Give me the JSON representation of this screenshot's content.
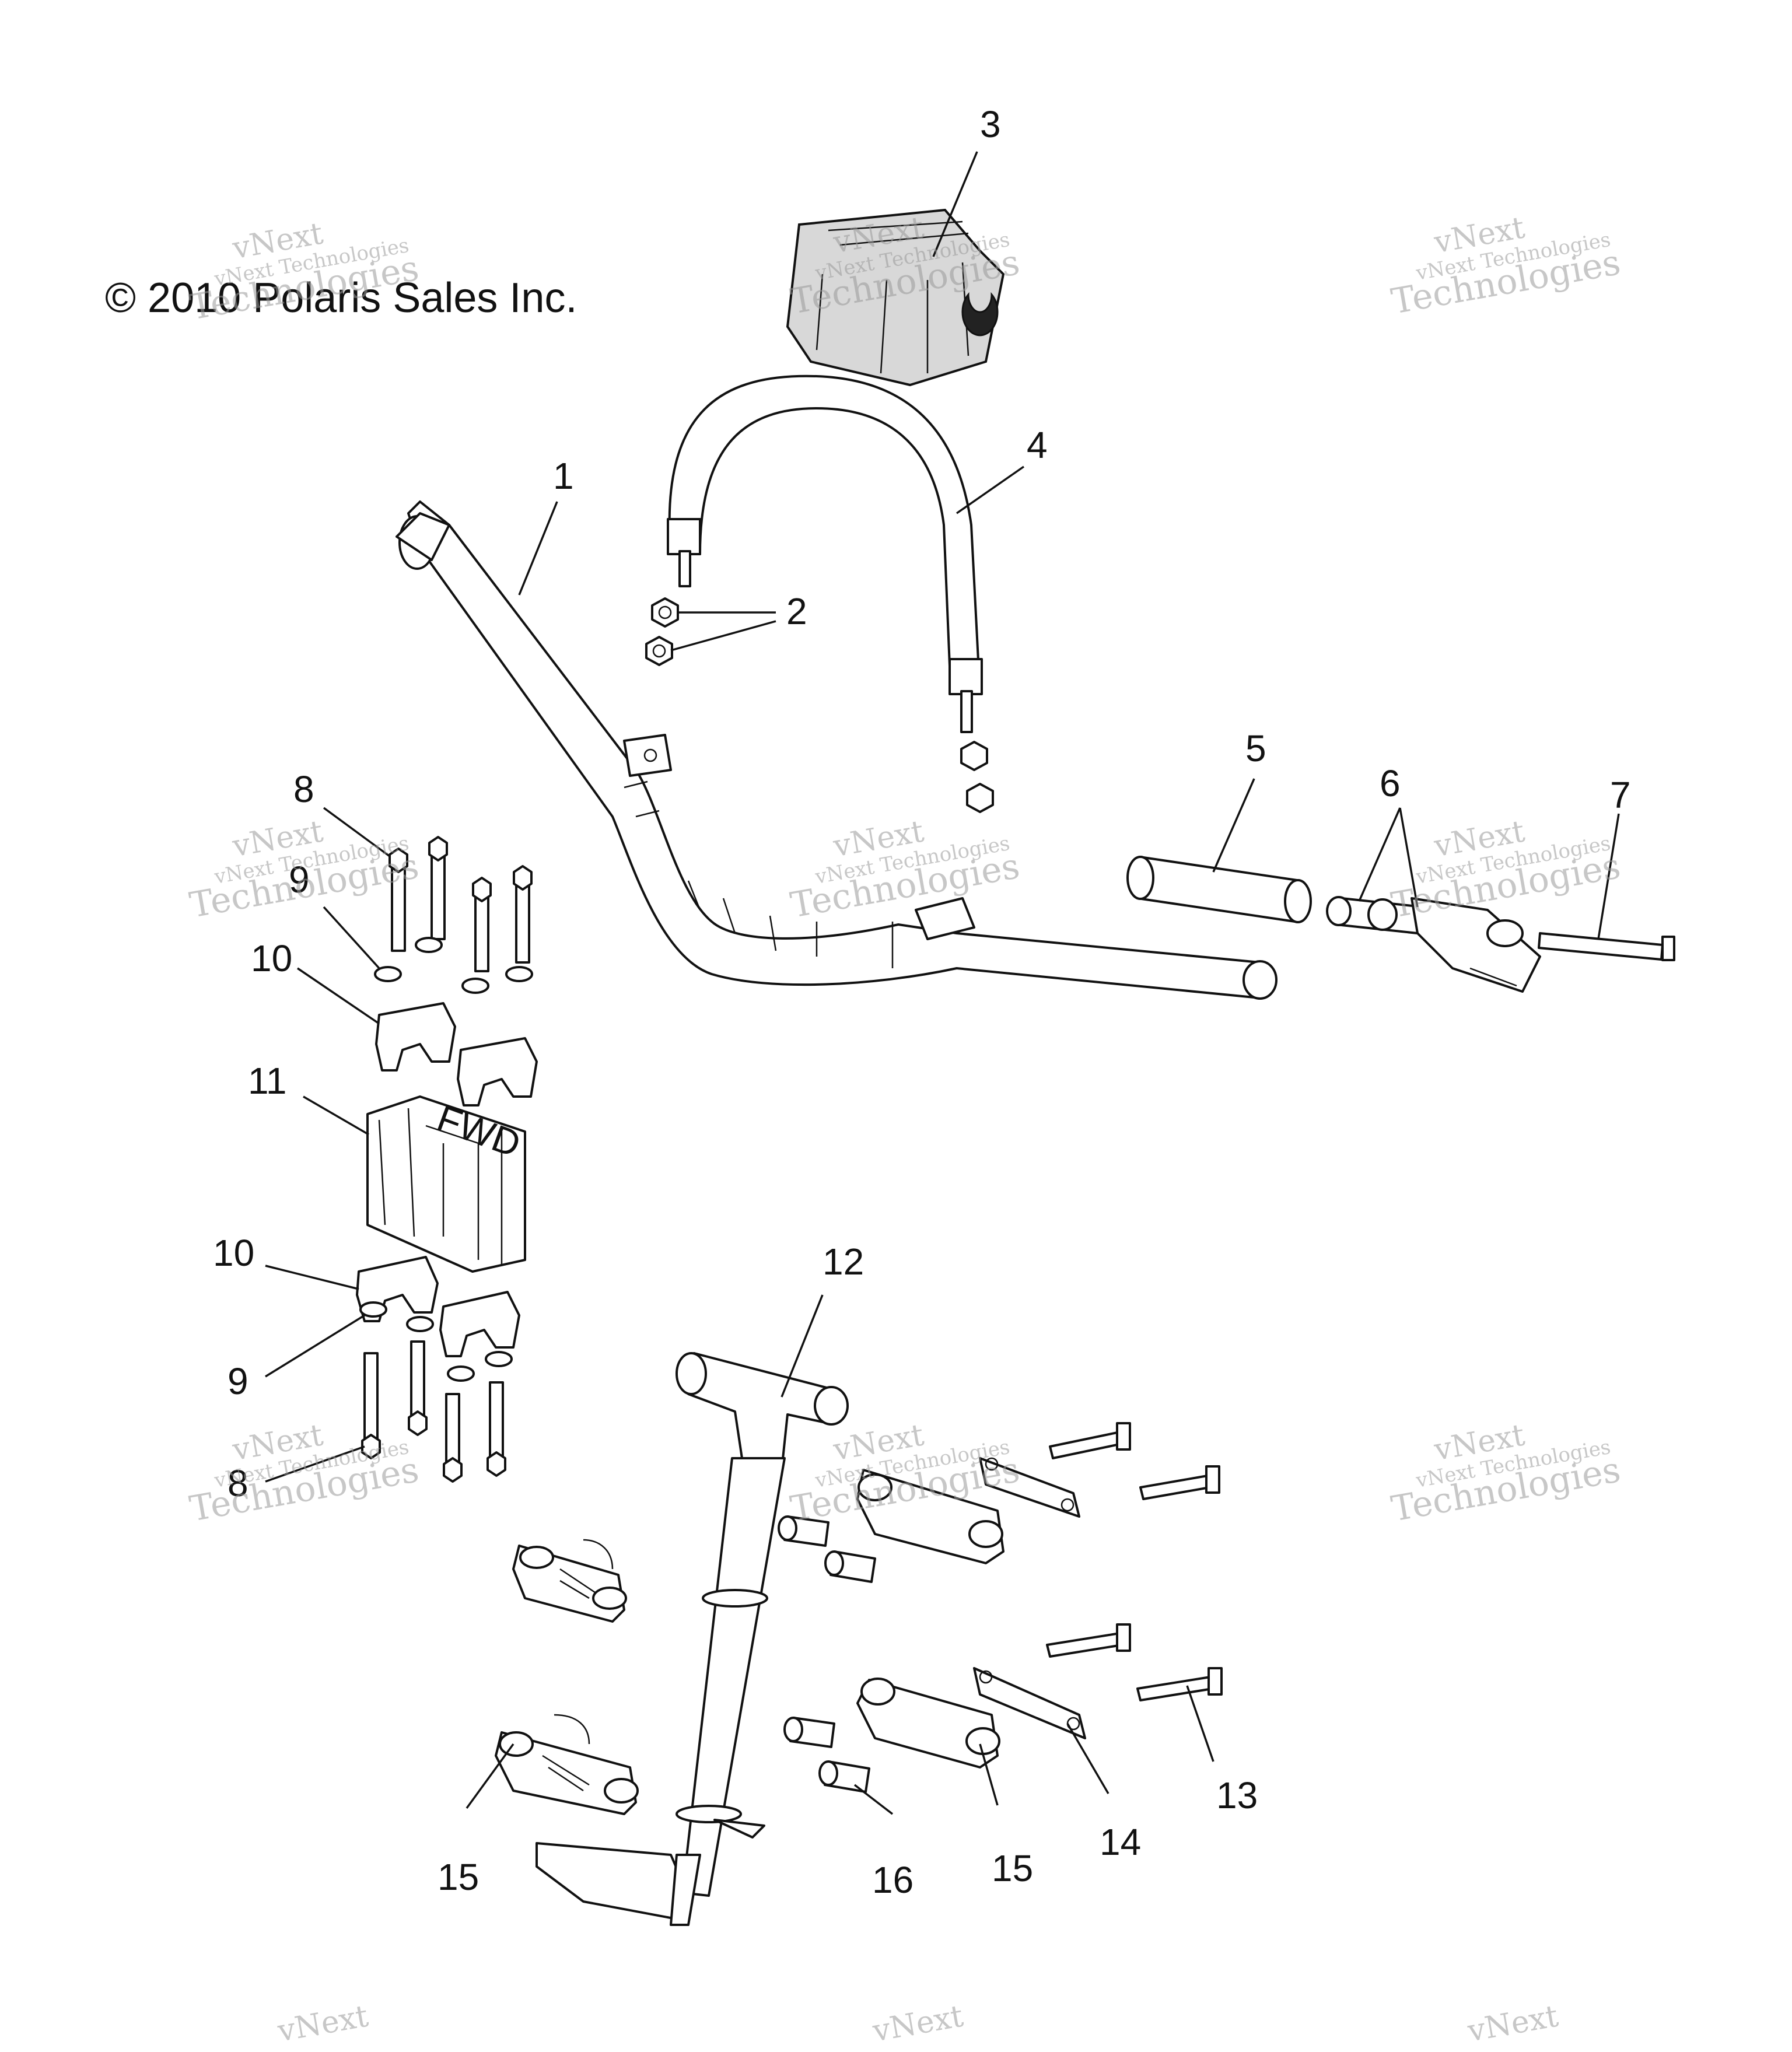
{
  "copyright": "© 2010 Polaris Sales Inc.",
  "watermark": {
    "line1": "vNext Technologies",
    "line2": "vNext",
    "line3": "Technologies"
  },
  "callouts": [
    "1",
    "2",
    "3",
    "4",
    "5",
    "6",
    "7",
    "8",
    "9",
    "10",
    "11",
    "10",
    "9",
    "8",
    "12",
    "13",
    "14",
    "15",
    "15",
    "16"
  ],
  "decals": {
    "clamp_label": "FWD"
  }
}
